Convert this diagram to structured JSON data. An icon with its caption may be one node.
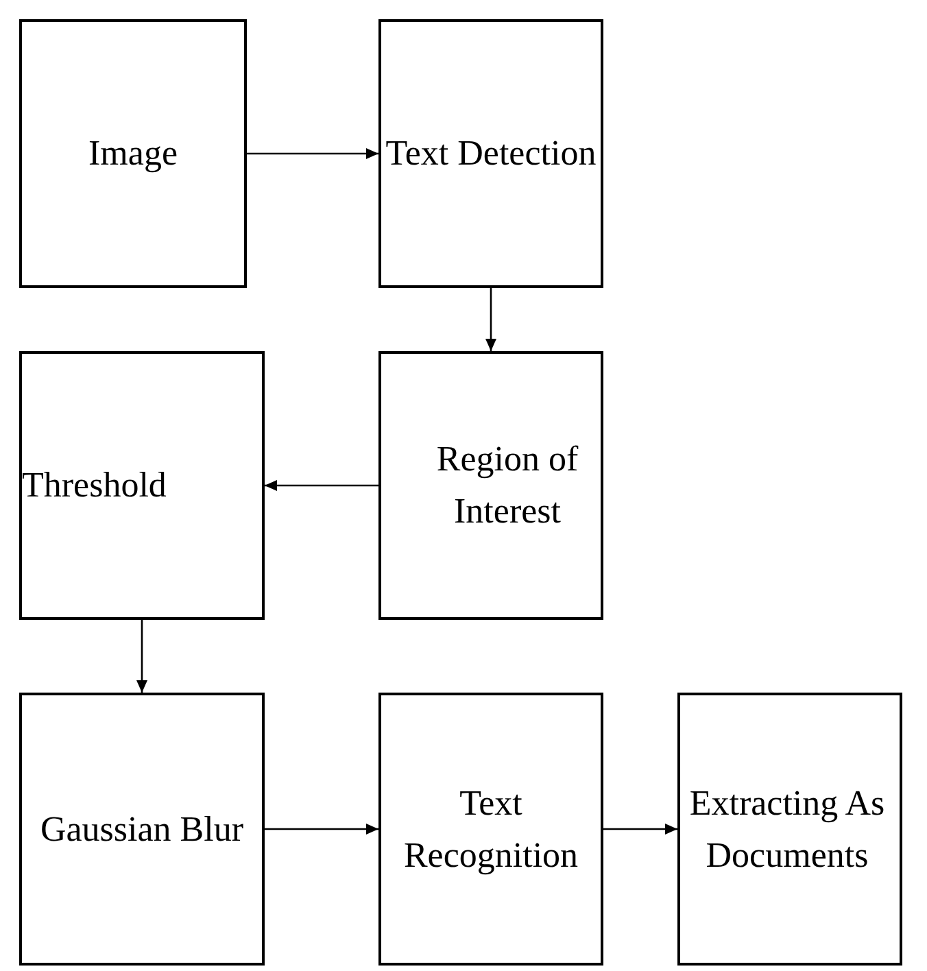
{
  "diagram": {
    "nodes": [
      {
        "text": [
          "Image"
        ]
      },
      {
        "text": [
          "Text Detection"
        ]
      },
      {
        "text": [
          "Threshold"
        ]
      },
      {
        "text": [
          "Region of Interest"
        ]
      },
      {
        "text": [
          "Gaussian Blur"
        ]
      },
      {
        "text": [
          "Text Recognition"
        ]
      },
      {
        "text": [
          "Extracting As Documents"
        ]
      }
    ],
    "edges": [
      {
        "from": 0,
        "to": 1,
        "arrow": "to"
      },
      {
        "from": 1,
        "to": 3,
        "arrow": "to"
      },
      {
        "from": 3,
        "to": 2,
        "arrow": "to"
      },
      {
        "from": 2,
        "to": 4,
        "arrow": "to"
      },
      {
        "from": 4,
        "to": 5,
        "arrow": "to"
      },
      {
        "from": 5,
        "to": 6,
        "arrow": "to"
      }
    ]
  }
}
